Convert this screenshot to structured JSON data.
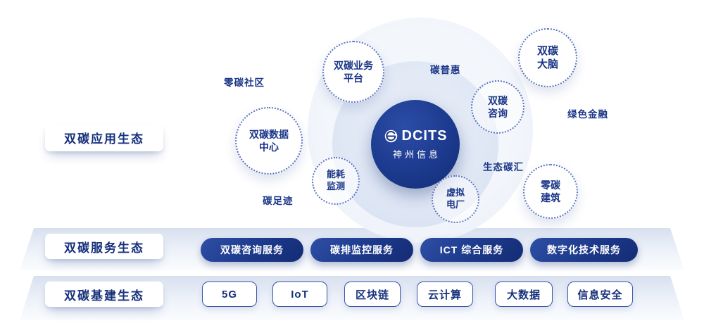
{
  "sections": [
    {
      "id": "application",
      "label": "双碳应用生态"
    },
    {
      "id": "service",
      "label": "双碳服务生态"
    },
    {
      "id": "infrastructure",
      "label": "双碳基建生态"
    }
  ],
  "center_logo": {
    "name": "DCITS",
    "subname": "神州信息"
  },
  "application": {
    "bubbles": [
      {
        "id": "business-platform",
        "label": "双碳业务\n平台"
      },
      {
        "id": "carbon-brain",
        "label": "双碳\n大脑"
      },
      {
        "id": "data-center",
        "label": "双碳数据\n中心"
      },
      {
        "id": "consulting",
        "label": "双碳\n咨询"
      },
      {
        "id": "energy-monitoring",
        "label": "能耗\n监测"
      },
      {
        "id": "virtual-plant",
        "label": "虚拟\n电厂"
      },
      {
        "id": "zero-carbon-building",
        "label": "零碳\n建筑"
      }
    ],
    "tags": [
      {
        "id": "zero-carbon-community",
        "label": "零碳社区"
      },
      {
        "id": "carbon-inclusion",
        "label": "碳普惠"
      },
      {
        "id": "green-finance",
        "label": "绿色金融"
      },
      {
        "id": "eco-carbon-sink",
        "label": "生态碳汇"
      },
      {
        "id": "carbon-footprint",
        "label": "碳足迹"
      }
    ]
  },
  "service": {
    "pills": [
      {
        "label": "双碳咨询服务"
      },
      {
        "label": "碳排监控服务"
      },
      {
        "label": "ICT 综合服务"
      },
      {
        "label": "数字化技术服务"
      }
    ]
  },
  "infrastructure": {
    "pills": [
      {
        "label": "5G"
      },
      {
        "label": "IoT"
      },
      {
        "label": "区块链"
      },
      {
        "label": "云计算"
      },
      {
        "label": "大数据"
      },
      {
        "label": "信息安全"
      }
    ]
  },
  "colors": {
    "navy": "#1b3787",
    "accent_blue": "#3b57a8",
    "band_light": "#d8e0ef"
  }
}
